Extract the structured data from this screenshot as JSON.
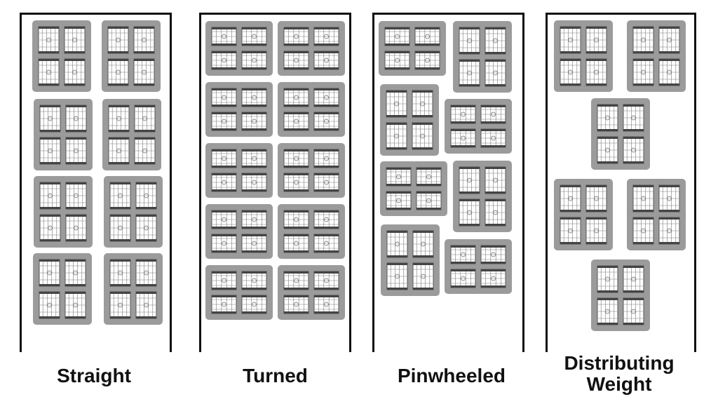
{
  "patterns": [
    {
      "name": "Straight"
    },
    {
      "name": "Turned"
    },
    {
      "name": "Pinwheeled"
    },
    {
      "name": "Distributing Weight"
    }
  ],
  "colors": {
    "pallet_fill": "#9b9b9b",
    "crate_fill": "#ffffff",
    "crate_grid": "#7a7a7a",
    "trailer_wall": "#111111",
    "label_text": "#111111"
  }
}
